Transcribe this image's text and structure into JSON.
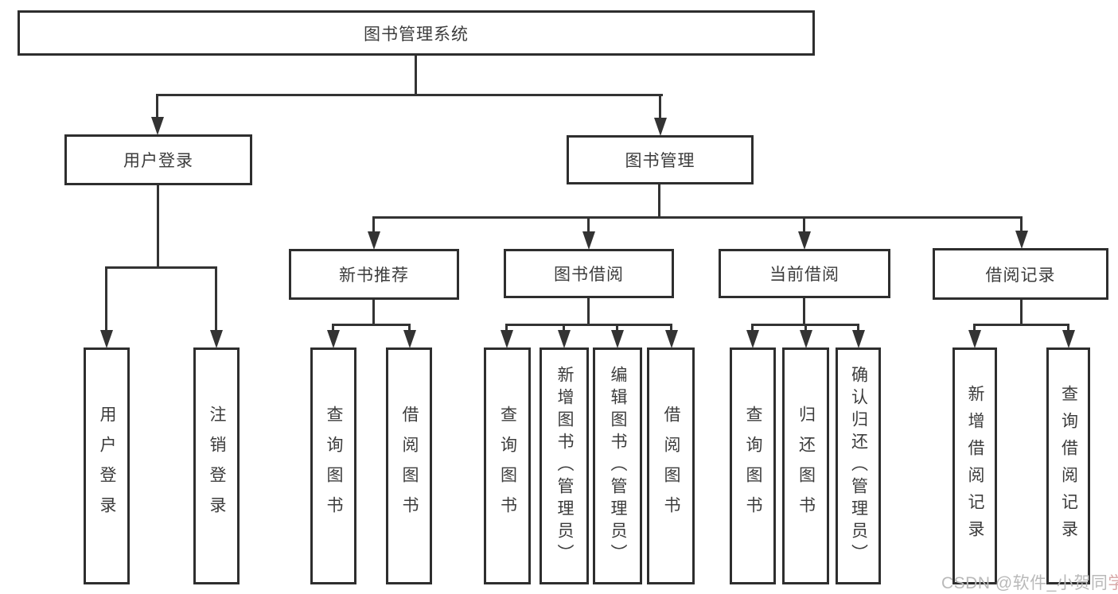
{
  "diagram_title": "图书管理系统",
  "nodes": {
    "root": "图书管理系统",
    "user_login": "用户登录",
    "book_mgmt": "图书管理",
    "new_book_rec": "新书推荐",
    "book_borrow": "图书借阅",
    "current_borrow": "当前借阅",
    "borrow_record": "借阅记录",
    "leaf_user_login": "用户登录",
    "leaf_logout": "注销登录",
    "leaf_rec_query": "查询图书",
    "leaf_rec_borrow": "借阅图书",
    "leaf_bb_query": "查询图书",
    "leaf_bb_add": "新增图书（管理员）",
    "leaf_bb_edit": "编辑图书（管理员）",
    "leaf_bb_borrow": "借阅图书",
    "leaf_cb_query": "查询图书",
    "leaf_cb_return": "归还图书",
    "leaf_cb_confirm": "确认归还（管理员）",
    "leaf_br_add": "新增借阅记录",
    "leaf_br_query": "查询借阅记录"
  },
  "watermark": {
    "main": "CSDN @软件_小贺同",
    "accent": "学"
  },
  "colors": {
    "line": "#333333",
    "box_border": "#2e2e2e",
    "text": "#3c3c3c",
    "watermark": "#b9b9b9",
    "background": "#ffffff"
  }
}
